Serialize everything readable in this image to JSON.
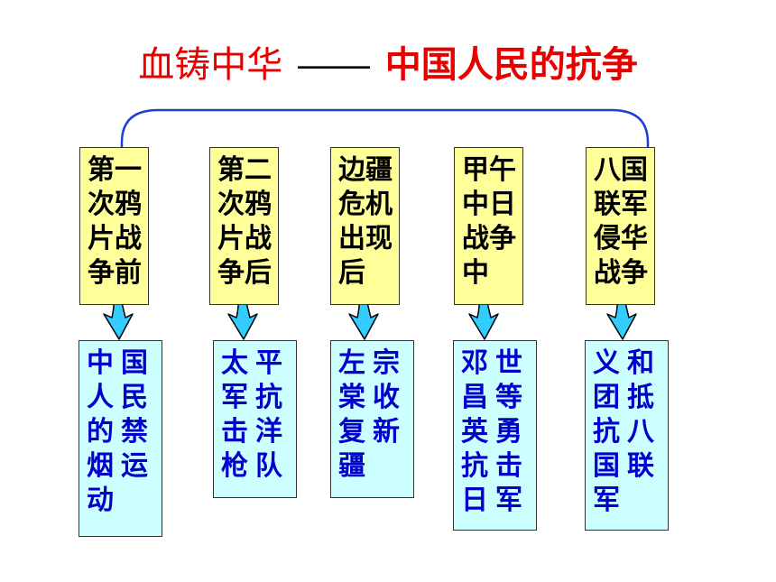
{
  "title": {
    "left": "血铸中华",
    "dash": "——",
    "right": "中国人民的抗争"
  },
  "colors": {
    "title_red": "#e60000",
    "connector_blue": "#1f3fd6",
    "arrow_cyan": "#33ccff",
    "top_box_fill": "#ffff99",
    "bottom_box_fill": "#ccffff",
    "bottom_text_blue": "#0000cc"
  },
  "periods": [
    {
      "lines": [
        "第一",
        "次鸦",
        "片战",
        "争前"
      ]
    },
    {
      "lines": [
        "第二",
        "次鸦",
        "片战",
        "争后"
      ]
    },
    {
      "lines": [
        "边疆",
        "危机",
        "出现",
        "后"
      ]
    },
    {
      "lines": [
        "甲午",
        "中日",
        "战争",
        "中"
      ]
    },
    {
      "lines": [
        "八国",
        "联军",
        "侵华",
        "战争"
      ]
    }
  ],
  "responses": [
    {
      "col_a": [
        "中",
        "人",
        "的",
        "烟",
        "动"
      ],
      "col_b": [
        "国",
        "民",
        "禁",
        "运"
      ]
    },
    {
      "col_a": [
        "太",
        "军",
        "击",
        "枪"
      ],
      "col_b": [
        "平",
        "抗",
        "洋",
        "队"
      ]
    },
    {
      "col_a": [
        "左",
        "棠",
        "复",
        "疆"
      ],
      "col_b": [
        "宗",
        "收",
        "新"
      ]
    },
    {
      "col_a": [
        "邓",
        "昌",
        "英",
        "抗",
        "日"
      ],
      "col_b": [
        "世",
        "等",
        "勇",
        "击",
        "军"
      ]
    },
    {
      "col_a": [
        "义",
        "团",
        "抗",
        "国",
        "军"
      ],
      "col_b": [
        "和",
        "抵",
        "八",
        "联"
      ]
    }
  ]
}
